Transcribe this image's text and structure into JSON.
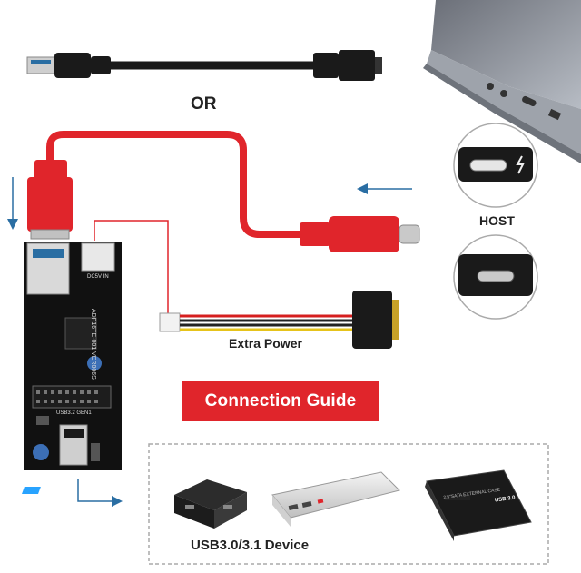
{
  "labels": {
    "or": "OR",
    "host": "HOST",
    "extra_power": "Extra Power",
    "connection_guide": "Connection Guide",
    "device": "USB3.0/3.1 Device"
  },
  "board": {
    "silkscreen_model": "ADP16TE-001 VER006S",
    "silkscreen_dc": "DC5V IN",
    "silkscreen_usb": "USB3.2 GEN1"
  },
  "devices": {
    "ssd_case_text": "2.5\"SATA EXTERNAL CASE",
    "ssd_badge": "USB 3.0"
  },
  "colors": {
    "accent_red": "#e0252b",
    "cable_black": "#1a1a1a",
    "arrow_blue": "#2a6ea3",
    "pcb_black": "#111111"
  }
}
